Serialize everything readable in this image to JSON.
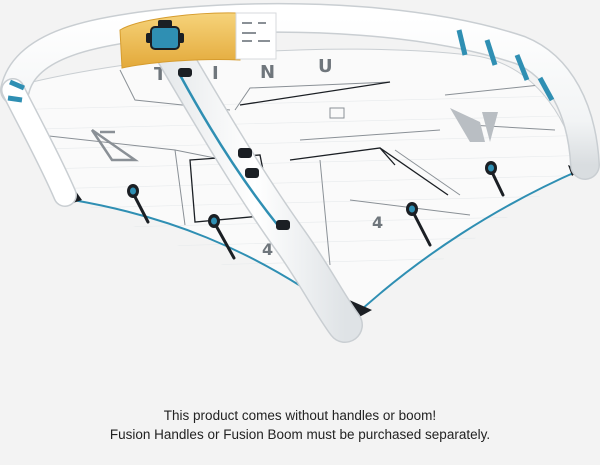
{
  "product_image": {
    "brand_lettering": [
      "U",
      "N",
      "I",
      "T"
    ],
    "printed_marks": [
      "4",
      "4"
    ],
    "colors": {
      "background": "#f3f3f3",
      "canopy": "#fafafa",
      "tube": "#ffffff",
      "valve_yellow": "#f2c14e",
      "accent_blue": "#2f8fb3",
      "panel_line": "#8a9096",
      "handle_dark": "#1b1f24"
    }
  },
  "notice": {
    "line1": "This product comes without handles or boom!",
    "line2": "Fusion Handles or Fusion Boom must be purchased separately."
  }
}
